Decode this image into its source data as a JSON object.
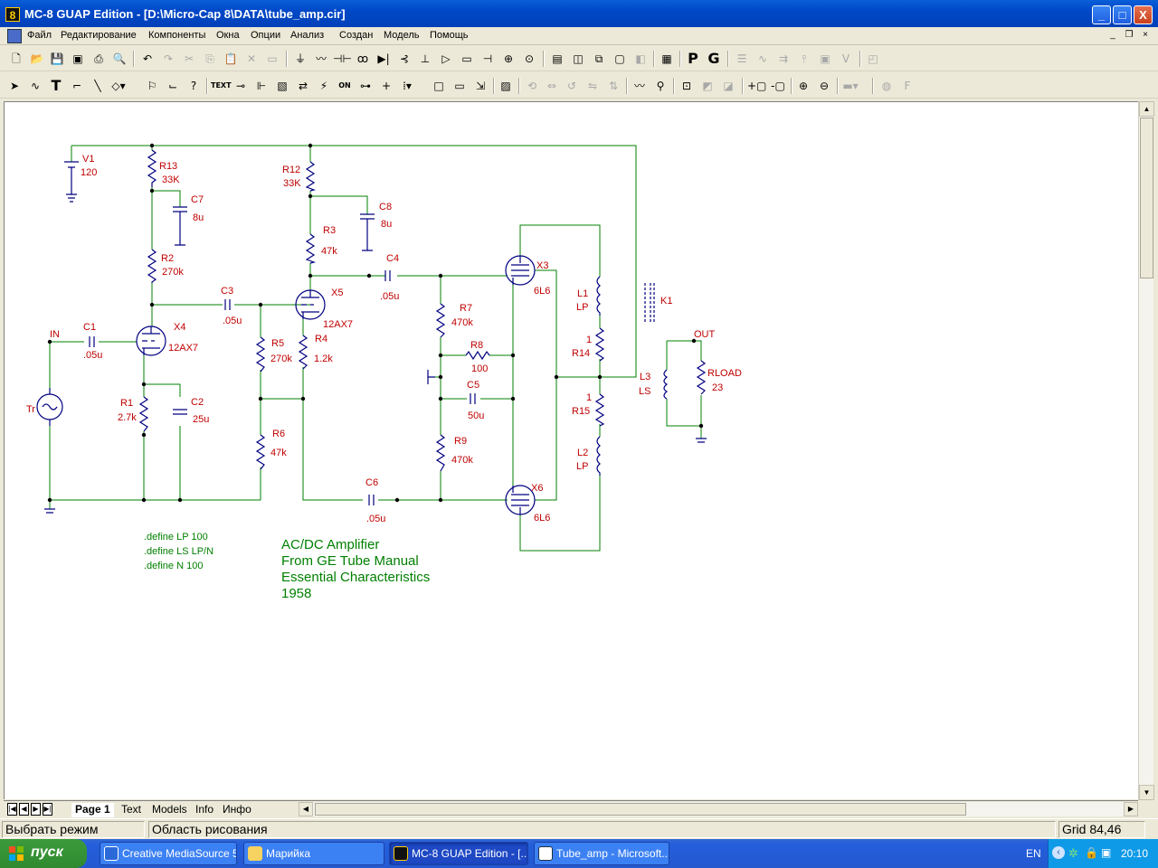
{
  "window": {
    "title": "MC-8 GUAP Edition - [D:\\Micro-Cap 8\\DATA\\tube_amp.cir]",
    "app_icon": "8",
    "min": "_",
    "max": "□",
    "close": "X"
  },
  "menu": [
    "Файл",
    "Редактирование",
    "Компоненты",
    "Окна",
    "Опции",
    "Анализ",
    "Создан",
    "Модель",
    "Помощь"
  ],
  "mdi_controls": [
    "_",
    "❐",
    "×"
  ],
  "toolbar1": {
    "p_label": "P",
    "g_label": "G"
  },
  "toolbar2": {
    "text_label": "TEXT",
    "on_label": "ON"
  },
  "schematic": {
    "components": {
      "V1": {
        "name": "V1",
        "value": "120"
      },
      "R13": {
        "name": "R13",
        "value": "33K"
      },
      "C7": {
        "name": "C7",
        "value": "8u"
      },
      "R2": {
        "name": "R2",
        "value": "270k"
      },
      "R12": {
        "name": "R12",
        "value": "33K"
      },
      "C8": {
        "name": "C8",
        "value": "8u"
      },
      "R3": {
        "name": "R3",
        "value": "47k"
      },
      "C4": {
        "name": "C4",
        "value": ".05u"
      },
      "C3": {
        "name": "C3",
        "value": ".05u"
      },
      "X5": {
        "name": "X5",
        "value": "12AX7"
      },
      "C1": {
        "name": "C1",
        "value": ".05u"
      },
      "X4": {
        "name": "X4",
        "value": "12AX7"
      },
      "R5": {
        "name": "R5",
        "value": "270k"
      },
      "R4": {
        "name": "R4",
        "value": "1.2k"
      },
      "R1": {
        "name": "R1",
        "value": "2.7k"
      },
      "C2": {
        "name": "C2",
        "value": "25u"
      },
      "R6": {
        "name": "R6",
        "value": "47k"
      },
      "R7": {
        "name": "R7",
        "value": "470k"
      },
      "R8": {
        "name": "R8",
        "value": "100"
      },
      "C5": {
        "name": "C5",
        "value": "50u"
      },
      "R9": {
        "name": "R9",
        "value": "470k"
      },
      "C6": {
        "name": "C6",
        "value": ".05u"
      },
      "X3": {
        "name": "X3",
        "value": "6L6"
      },
      "X6": {
        "name": "X6",
        "value": "6L6"
      },
      "L1": {
        "name": "L1",
        "value": "LP"
      },
      "L2": {
        "name": "L2",
        "value": "LP"
      },
      "L3": {
        "name": "L3",
        "value": "LS"
      },
      "K1": {
        "name": "K1"
      },
      "R14": {
        "name": "R14",
        "value": "1"
      },
      "R15": {
        "name": "R15",
        "value": "1"
      },
      "RLOAD": {
        "name": "RLOAD",
        "value": "23"
      },
      "Tr": {
        "name": "Tr"
      }
    },
    "nodes": {
      "in": "IN",
      "out": "OUT"
    },
    "defines": [
      ".define LP 100",
      ".define LS LP/N",
      ".define N 100"
    ],
    "note": [
      "AC/DC Amplifier",
      "From GE Tube Manual",
      "Essential Characteristics",
      "1958"
    ]
  },
  "tabs": [
    "Page 1",
    "Text",
    "Models",
    "Info",
    "Инфо"
  ],
  "status": {
    "mode": "Выбрать режим",
    "area": "Область рисования",
    "grid": "Grid 84,46"
  },
  "taskbar": {
    "start": "пуск",
    "tasks": [
      "Creative MediaSource 5",
      "Марийка",
      "MC-8 GUAP Edition - [...",
      "Tube_amp - Microsoft..."
    ],
    "lang": "EN",
    "clock": "20:10"
  },
  "colors": {
    "wire": "#008000",
    "component": "#000080",
    "label": "#c00000",
    "note": "#008000"
  }
}
